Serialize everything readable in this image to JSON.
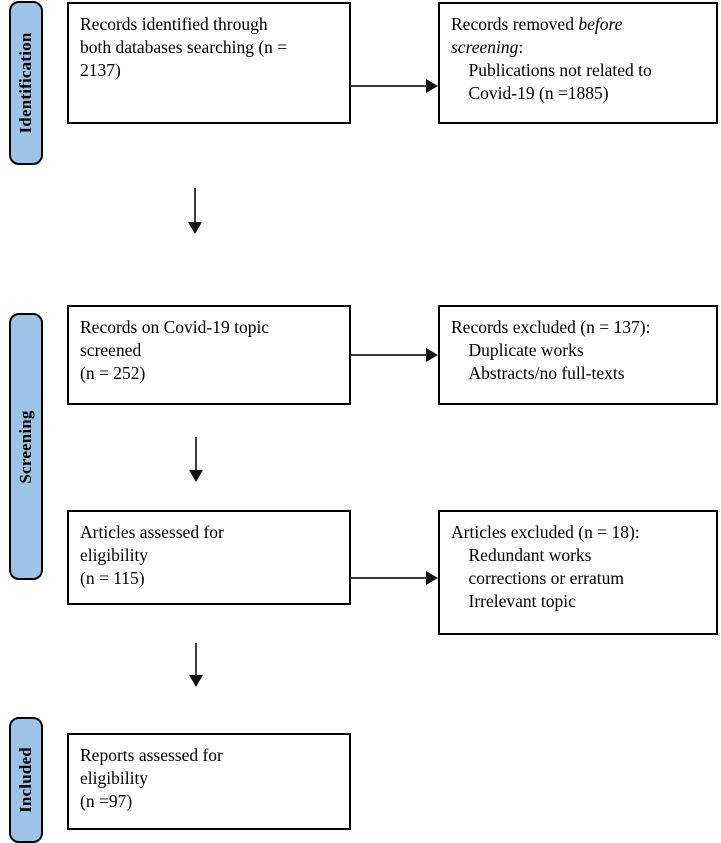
{
  "diagram": {
    "type": "prisma-flow-diagram",
    "title": "",
    "accent_color": "#9dc3e6",
    "border_color": "#000000",
    "arrow_color": "#111111",
    "background": "#ffffff"
  },
  "stages": [
    {
      "id": "identification",
      "label": "Identification"
    },
    {
      "id": "screening",
      "label": "Screening"
    },
    {
      "id": "included",
      "label": "Included"
    }
  ],
  "boxes": {
    "identified": {
      "line1": "Records identified through",
      "line2": "both databases searching (n =",
      "line3": "2137)"
    },
    "removed_before_screening": {
      "line1_plain": "Records removed ",
      "line1_italic": "before",
      "line2_italic": "screening",
      "line2_plain": ":",
      "line3": "    Publications not related to",
      "line4": "    Covid-19 (n =1885)"
    },
    "records_screened": {
      "line1": "Records on Covid-19 topic",
      "line2": "screened",
      "line3": "(n = 252)"
    },
    "records_excluded": {
      "line1": "Records excluded (n = 137):",
      "line2": "    Duplicate works",
      "line3": "    Abstracts/no full-texts"
    },
    "articles_assessed": {
      "line1": "Articles assessed for",
      "line2": "eligibility",
      "line3": "(n = 115)"
    },
    "articles_excluded": {
      "line1": "Articles excluded (n = 18):",
      "line2": "    Redundant works",
      "line3": "    corrections or erratum",
      "line4": "    Irrelevant topic"
    },
    "reports_assessed": {
      "line1": "Reports assessed for",
      "line2": "eligibility",
      "line3": "(n =97)"
    }
  },
  "counts": {
    "records_identified": 2137,
    "records_removed_before_screening": 1885,
    "records_screened": 252,
    "records_excluded": 137,
    "articles_assessed": 115,
    "articles_excluded": 18,
    "reports_assessed": 97
  },
  "arrows": [
    {
      "id": "identified-to-removed",
      "direction": "right"
    },
    {
      "id": "identified-to-screened",
      "direction": "down"
    },
    {
      "id": "screened-to-excluded",
      "direction": "right"
    },
    {
      "id": "screened-to-assessed",
      "direction": "down"
    },
    {
      "id": "assessed-to-excluded",
      "direction": "right"
    },
    {
      "id": "assessed-to-reports",
      "direction": "down"
    }
  ]
}
